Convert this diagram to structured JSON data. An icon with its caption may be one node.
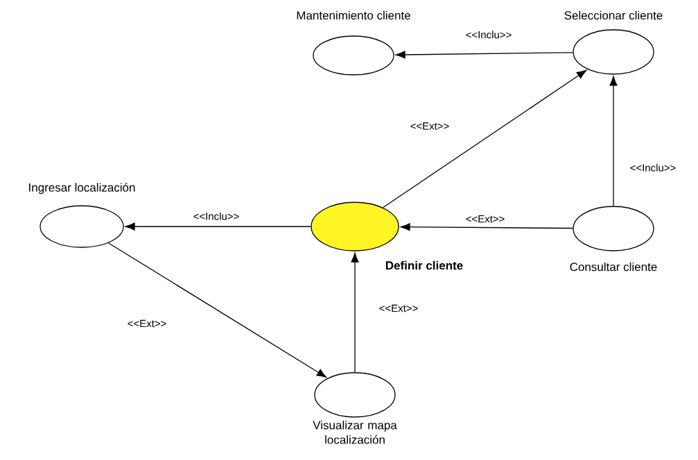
{
  "diagram": {
    "nodes": [
      {
        "text": [
          "Mantenimiento cliente"
        ]
      },
      {
        "text": [
          "Seleccionar cliente"
        ]
      },
      {
        "text": [
          "Ingresar localización"
        ]
      },
      {
        "text": [
          "Definir cliente"
        ]
      },
      {
        "text": [
          "Consultar cliente"
        ]
      },
      {
        "text": [
          "Visualizar mapa localización"
        ]
      }
    ],
    "edges": [
      {
        "from": 1,
        "to": 0,
        "arrow": "to",
        "label": "<<Inclu>>"
      },
      {
        "from": 3,
        "to": 1,
        "arrow": "to",
        "label": "<<Ext>>"
      },
      {
        "from": 4,
        "to": 1,
        "arrow": "to",
        "label": "<<Inclu>>"
      },
      {
        "from": 3,
        "to": 2,
        "arrow": "to",
        "label": "<<Inclu>>"
      },
      {
        "from": 4,
        "to": 3,
        "arrow": "to",
        "label": "<<Ext>>"
      },
      {
        "from": 2,
        "to": 5,
        "arrow": "to",
        "label": "<<Ext>>"
      },
      {
        "from": 5,
        "to": 3,
        "arrow": "to",
        "label": "<<Ext>>"
      }
    ]
  }
}
